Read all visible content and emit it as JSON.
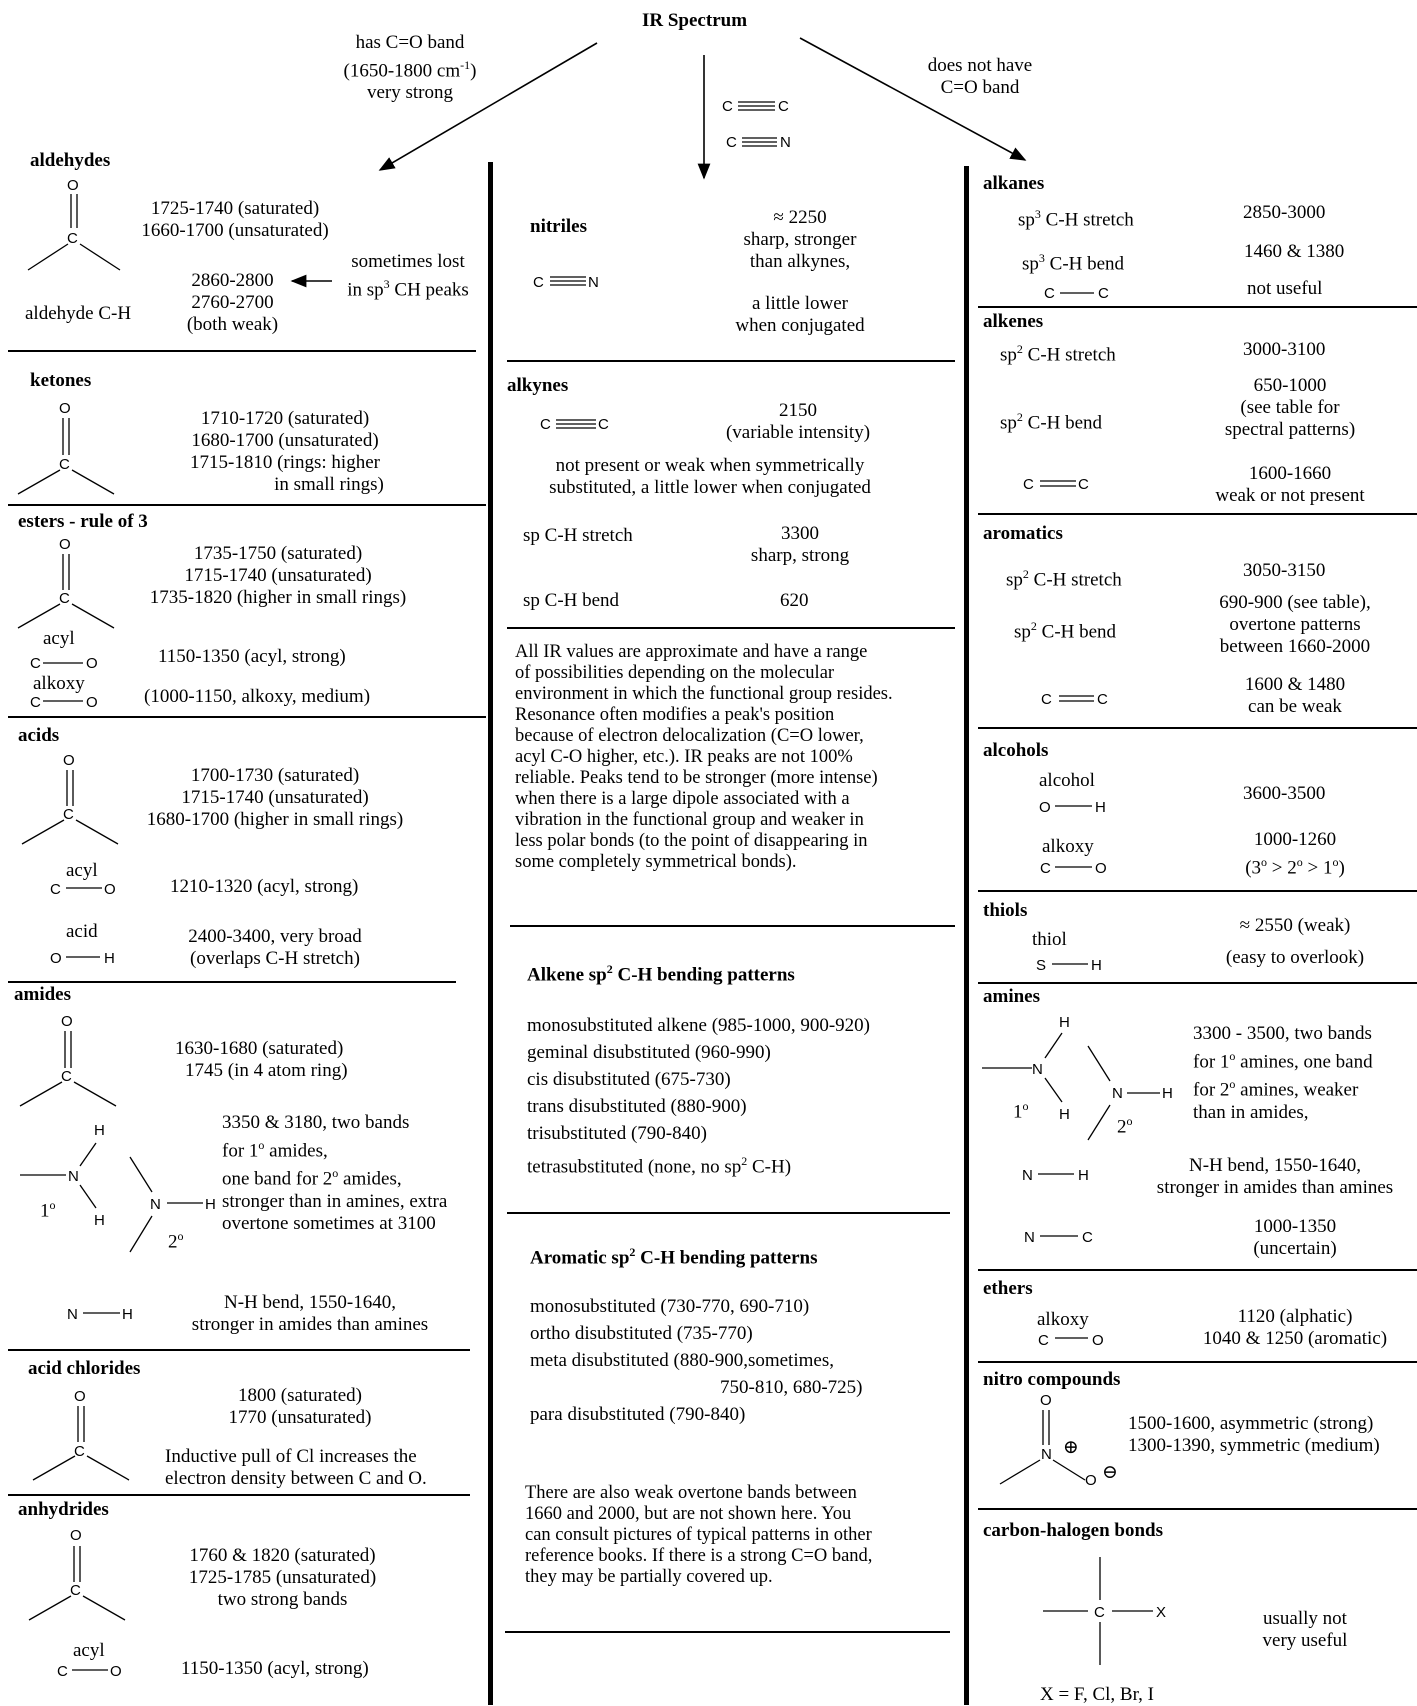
{
  "top": {
    "title": "IR Spectrum",
    "left_branch": [
      "has C=O band",
      "(1650-1800 cm",
      "-1",
      ")",
      "very strong"
    ],
    "right_branch": [
      "does not have",
      "C=O band"
    ],
    "mid_branch": [
      "C",
      "C",
      "C",
      "N"
    ]
  },
  "left": {
    "aldehydes": {
      "heading": "aldehydes",
      "atom_o": "O",
      "atom_c": "C",
      "values": [
        "1725-1740 (saturated)",
        "1660-1700 (unsaturated)"
      ],
      "ch_label": "aldehyde C-H",
      "ch_values": [
        "2860-2800",
        "2760-2700",
        "(both weak)"
      ],
      "note": [
        "sometimes lost",
        "in sp",
        "3",
        " CH peaks"
      ]
    },
    "ketones": {
      "heading": "ketones",
      "atom_o": "O",
      "atom_c": "C",
      "values": [
        "1710-1720 (saturated)",
        "1680-1700 (unsaturated)",
        "1715-1810 (rings: higher",
        "in small rings)"
      ]
    },
    "esters": {
      "heading": "esters - rule of 3",
      "atom_o": "O",
      "atom_c": "C",
      "values": [
        "1735-1750 (saturated)",
        "1715-1740 (unsaturated)",
        "1735-1820 (higher in small rings)"
      ],
      "acyl_label": "acyl",
      "acyl_value": "1150-1350 (acyl, strong)",
      "alkoxy_label": "alkoxy",
      "alkoxy_value": "(1000-1150, alkoxy, medium)"
    },
    "acids": {
      "heading": "acids",
      "atom_o": "O",
      "atom_c": "C",
      "atom_h": "H",
      "values": [
        "1700-1730 (saturated)",
        "1715-1740 (unsaturated)",
        "1680-1700 (higher in small rings)"
      ],
      "acyl_label": "acyl",
      "acyl_value": "1210-1320 (acyl, strong)",
      "acid_label": "acid",
      "acid_values": [
        "2400-3400, very broad",
        "(overlaps C-H stretch)"
      ]
    },
    "amides": {
      "heading": "amides",
      "atom_o": "O",
      "atom_c": "C",
      "atom_n": "N",
      "atom_h": "H",
      "values": [
        "1630-1680 (saturated)",
        "1745 (in 4 atom ring)"
      ],
      "deg1": "1",
      "deg2": "2",
      "deg_sup": "o",
      "nh_values": [
        "3350 & 3180, two bands",
        "for 1",
        "o",
        " amides,",
        "one band for 2",
        "o",
        " amides,",
        "stronger than in amines, extra",
        "overtone sometimes at 3100"
      ],
      "bend_values": [
        "N-H bend, 1550-1640,",
        "stronger in amides than amines"
      ]
    },
    "acid_chlorides": {
      "heading": "acid chlorides",
      "atom_o": "O",
      "atom_c": "C",
      "values": [
        "1800 (saturated)",
        "1770 (unsaturated)"
      ],
      "note": [
        "Inductive pull of Cl increases the",
        "electron density between C and O."
      ]
    },
    "anhydrides": {
      "heading": "anhydrides",
      "atom_o": "O",
      "atom_c": "C",
      "values": [
        "1760 & 1820 (saturated)",
        "1725-1785 (unsaturated)",
        "two strong bands"
      ],
      "acyl_label": "acyl",
      "acyl_value": "1150-1350 (acyl, strong)"
    }
  },
  "middle": {
    "nitriles": {
      "heading": "nitriles",
      "atom_c": "C",
      "atom_n": "N",
      "values": [
        "≈ 2250",
        "sharp, stronger",
        "than alkynes,",
        "a little lower",
        "when conjugated"
      ]
    },
    "alkynes": {
      "heading": "alkynes",
      "atom_c": "C",
      "values": [
        "2150",
        "(variable intensity)"
      ],
      "note": [
        "not present or weak when symmetrically",
        "substituted, a little lower when conjugated"
      ],
      "stretch_label": "sp C-H stretch",
      "stretch_values": [
        "3300",
        "sharp, strong"
      ],
      "bend_label": "sp C-H bend",
      "bend_value": "620"
    },
    "general_note": [
      "All IR values are approximate and have a range",
      "of possibilities depending on the molecular",
      "environment in which the functional group resides.",
      "Resonance often modifies a peak's position",
      "because of electron delocalization (C=O lower,",
      "acyl C-O higher, etc.).  IR peaks are not 100%",
      "reliable.  Peaks tend to be stronger (more intense)",
      "when there is a large dipole associated with a",
      "vibration in the functional group and weaker in",
      "less polar bonds (to the point of disappearing in",
      "some completely symmetrical bonds)."
    ],
    "alkene_patterns": {
      "heading": [
        "Alkene sp",
        "2",
        " C-H bending patterns"
      ],
      "items": [
        "monosubstituted alkene (985-1000, 900-920)",
        "geminal disubstituted (960-990)",
        "cis disubstituted (675-730)",
        "trans disubstituted (880-900)",
        "trisubstituted (790-840)",
        "tetrasubstituted (none, no sp",
        "2",
        " C-H)"
      ]
    },
    "aromatic_patterns": {
      "heading": [
        "Aromatic sp",
        "2",
        " C-H bending patterns"
      ],
      "items": [
        "monosubstituted  (730-770, 690-710)",
        "ortho disubstituted (735-770)",
        "meta disubstituted (880-900,sometimes,",
        "750-810, 680-725)",
        "para disubstituted (790-840)"
      ]
    },
    "overtone_note": [
      "There are also weak overtone bands between",
      "1660 and 2000, but are not shown here.  You",
      "can consult pictures of typical patterns in other",
      "reference books.  If there is a strong C=O band,",
      "they may be partially covered up."
    ]
  },
  "right": {
    "alkanes": {
      "heading": "alkanes",
      "rows": [
        {
          "label": [
            "sp",
            "3",
            " C-H stretch"
          ],
          "value": "2850-3000"
        },
        {
          "label": [
            "sp",
            "3",
            " C-H bend"
          ],
          "value": "1460 & 1380"
        }
      ],
      "atom_c": "C",
      "cc_value": "not useful"
    },
    "alkenes": {
      "heading": "alkenes",
      "stretch_label": [
        "sp",
        "2",
        " C-H stretch"
      ],
      "stretch_value": "3000-3100",
      "bend_label": [
        "sp",
        "2",
        " C-H bend"
      ],
      "bend_values": [
        "650-1000",
        "(see table for",
        "spectral patterns)"
      ],
      "atom_c": "C",
      "cc_values": [
        "1600-1660",
        "weak or not present"
      ]
    },
    "aromatics": {
      "heading": "aromatics",
      "stretch_label": [
        "sp",
        "2",
        " C-H stretch"
      ],
      "stretch_value": "3050-3150",
      "bend_label": [
        "sp",
        "2",
        " C-H bend"
      ],
      "bend_values": [
        "690-900 (see table),",
        "overtone patterns",
        "between 1660-2000"
      ],
      "atom_c": "C",
      "cc_values": [
        "1600 & 1480",
        "can be weak"
      ]
    },
    "alcohols": {
      "heading": "alcohols",
      "oh_label": "alcohol",
      "atom_o": "O",
      "atom_h": "H",
      "atom_c": "C",
      "oh_value": "3600-3500",
      "co_label": "alkoxy",
      "co_values": [
        "1000-1260",
        "(3",
        "o",
        " > 2",
        "o",
        " > 1",
        "o",
        ")"
      ]
    },
    "thiols": {
      "heading": "thiols",
      "label": "thiol",
      "atom_s": "S",
      "atom_h": "H",
      "values": [
        "≈ 2550 (weak)",
        "(easy to overlook)"
      ]
    },
    "amines": {
      "heading": "amines",
      "atom_n": "N",
      "atom_h": "H",
      "atom_c": "C",
      "deg1": "1",
      "deg2": "2",
      "deg_sup": "o",
      "values": [
        "3300 - 3500, two bands",
        "for 1",
        "o",
        " amines, one band",
        "for 2",
        "o",
        " amines, weaker",
        "than in amides,"
      ],
      "bend_values": [
        "N-H bend, 1550-1640,",
        "stronger in amides than amines"
      ],
      "cn_values": [
        "1000-1350",
        "(uncertain)"
      ]
    },
    "ethers": {
      "heading": "ethers",
      "label": "alkoxy",
      "atom_c": "C",
      "atom_o": "O",
      "values": [
        "1120 (alphatic)",
        "1040 & 1250 (aromatic)"
      ]
    },
    "nitro": {
      "heading": "nitro compounds",
      "atom_o": "O",
      "atom_n": "N",
      "plus": "⊕",
      "minus": "⊖",
      "values": [
        "1500-1600, asymmetric (strong)",
        "1300-1390, symmetric (medium)"
      ]
    },
    "halogen": {
      "heading": "carbon-halogen  bonds",
      "atom_c": "C",
      "atom_x": "X",
      "values": [
        "usually not",
        "very useful"
      ],
      "footer": "X = F, Cl, Br, I"
    }
  }
}
